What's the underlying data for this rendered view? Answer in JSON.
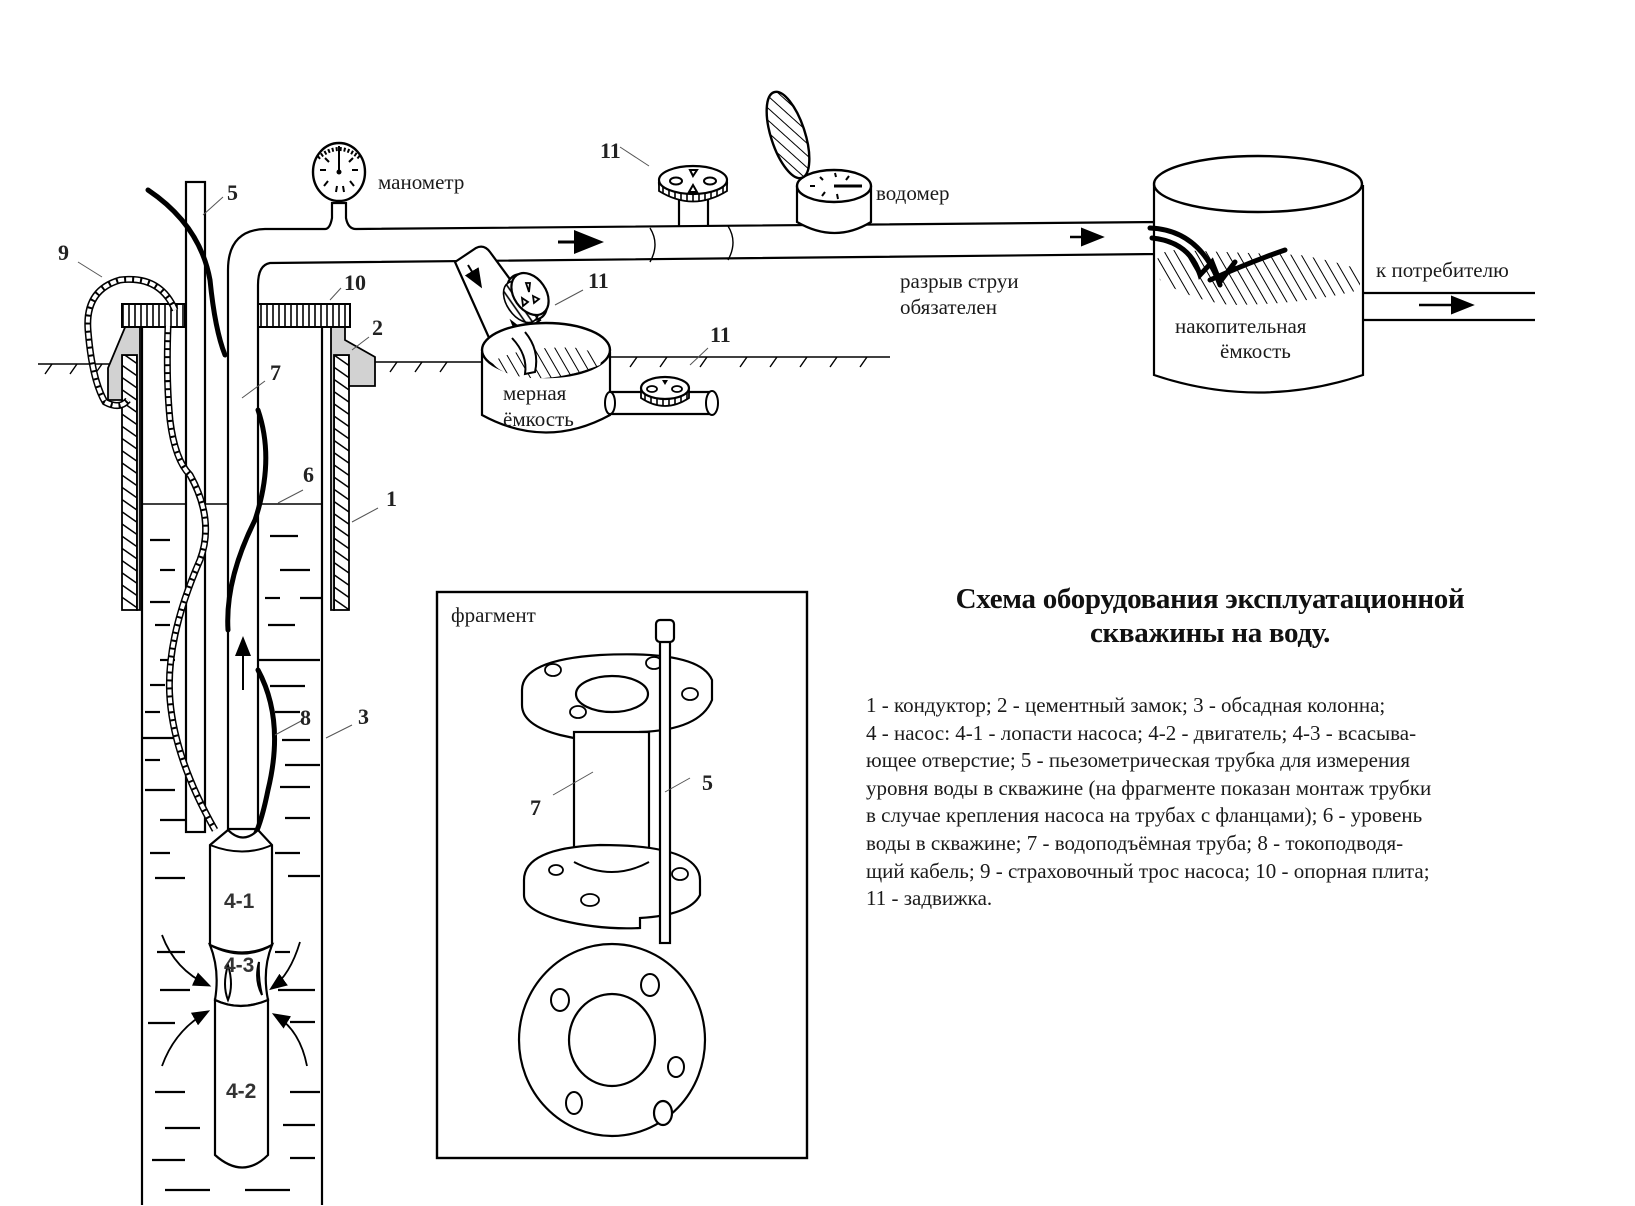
{
  "title": {
    "line1": "Схема оборудования эксплуатационной",
    "line2": "скважины на воду."
  },
  "legend_lines": [
    "1 - кондуктор; 2 - цементный замок; 3 - обсадная колонна;",
    "4 - насос: 4-1 - лопасти насоса; 4-2 - двигатель; 4-3 - всасыва-",
    "ющее отверстие; 5 - пьезометрическая трубка для измерения",
    "уровня воды в скважине (на фрагменте показан монтаж трубки",
    "в случае крепления насоса на трубах с фланцами); 6 - уровень",
    "воды в скважине; 7 - водоподъёмная труба; 8 -  токоподводя-",
    "щий кабель; 9 - страховочный трос насоса; 10 - опорная плита;",
    "11 - задвижка."
  ],
  "labels": {
    "manometer": "манометр",
    "water_meter": "водомер",
    "jet_break_1": "разрыв струи",
    "jet_break_2": "обязателен",
    "to_consumer": "к потребителю",
    "storage_tank_1": "накопительная",
    "storage_tank_2": "ёмкость",
    "measuring_tank_1": "мерная",
    "measuring_tank_2": "ёмкость",
    "fragment": "фрагмент"
  },
  "callouts": {
    "n1": "1",
    "n2": "2",
    "n3": "3",
    "n5": "5",
    "n6": "6",
    "n7": "7",
    "n8": "8",
    "n9": "9",
    "n10": "10",
    "n11a": "11",
    "n11b": "11",
    "n11c": "11",
    "frag_n7": "7",
    "frag_n5": "5"
  },
  "pump_sections": {
    "blades": "4-1",
    "intake": "4-3",
    "motor": "4-2"
  },
  "colors": {
    "line": "#000000",
    "cement": "#d2d2d2",
    "background": "#ffffff"
  }
}
